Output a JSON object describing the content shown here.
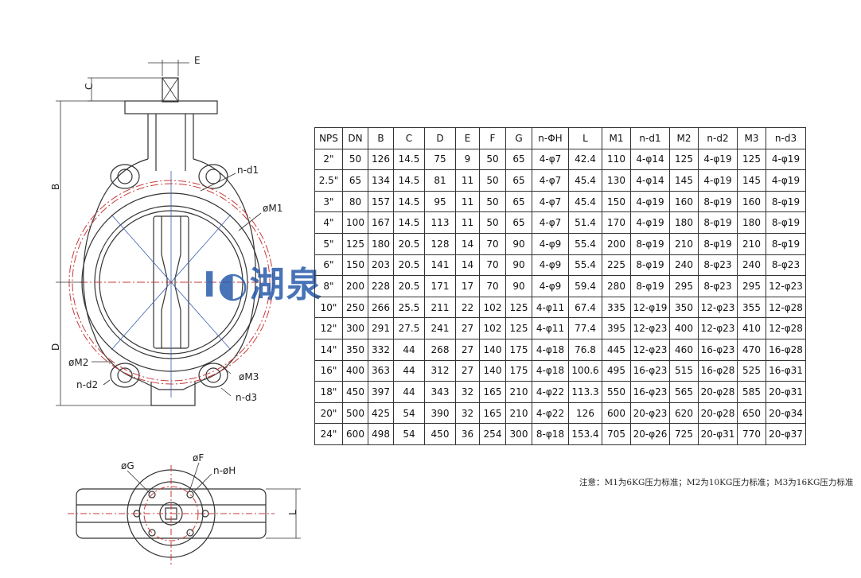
{
  "watermark": {
    "text": "I◐湖泉"
  },
  "table": {
    "headers": [
      "NPS",
      "DN",
      "B",
      "C",
      "D",
      "E",
      "F",
      "G",
      "n-ΦH",
      "L",
      "M1",
      "n-d1",
      "M2",
      "n-d2",
      "M3",
      "n-d3"
    ],
    "rows": [
      [
        "2\"",
        "50",
        "126",
        "14.5",
        "75",
        "9",
        "50",
        "65",
        "4-φ7",
        "42.4",
        "110",
        "4-φ14",
        "125",
        "4-φ19",
        "125",
        "4-φ19"
      ],
      [
        "2.5\"",
        "65",
        "134",
        "14.5",
        "81",
        "11",
        "50",
        "65",
        "4-φ7",
        "45.4",
        "130",
        "4-φ14",
        "145",
        "4-φ19",
        "145",
        "4-φ19"
      ],
      [
        "3\"",
        "80",
        "157",
        "14.5",
        "95",
        "11",
        "50",
        "65",
        "4-φ7",
        "45.4",
        "150",
        "4-φ19",
        "160",
        "8-φ19",
        "160",
        "8-φ19"
      ],
      [
        "4\"",
        "100",
        "167",
        "14.5",
        "113",
        "11",
        "50",
        "65",
        "4-φ7",
        "51.4",
        "170",
        "4-φ19",
        "180",
        "8-φ19",
        "180",
        "8-φ19"
      ],
      [
        "5\"",
        "125",
        "180",
        "20.5",
        "128",
        "14",
        "70",
        "90",
        "4-φ9",
        "55.4",
        "200",
        "8-φ19",
        "210",
        "8-φ19",
        "210",
        "8-φ19"
      ],
      [
        "6\"",
        "150",
        "203",
        "20.5",
        "141",
        "14",
        "70",
        "90",
        "4-φ9",
        "55.4",
        "225",
        "8-φ19",
        "240",
        "8-φ23",
        "240",
        "8-φ23"
      ],
      [
        "8\"",
        "200",
        "228",
        "20.5",
        "171",
        "17",
        "70",
        "90",
        "4-φ9",
        "59.4",
        "280",
        "8-φ19",
        "295",
        "8-φ23",
        "295",
        "12-φ23"
      ],
      [
        "10\"",
        "250",
        "266",
        "25.5",
        "211",
        "22",
        "102",
        "125",
        "4-φ11",
        "67.4",
        "335",
        "12-φ19",
        "350",
        "12-φ23",
        "355",
        "12-φ28"
      ],
      [
        "12\"",
        "300",
        "291",
        "27.5",
        "241",
        "27",
        "102",
        "125",
        "4-φ11",
        "77.4",
        "395",
        "12-φ23",
        "400",
        "12-φ23",
        "410",
        "12-φ28"
      ],
      [
        "14\"",
        "350",
        "332",
        "44",
        "268",
        "27",
        "140",
        "175",
        "4-φ18",
        "76.8",
        "445",
        "12-φ23",
        "460",
        "16-φ23",
        "470",
        "16-φ28"
      ],
      [
        "16\"",
        "400",
        "363",
        "44",
        "312",
        "27",
        "140",
        "175",
        "4-φ18",
        "100.6",
        "495",
        "16-φ23",
        "515",
        "16-φ28",
        "525",
        "16-φ31"
      ],
      [
        "18\"",
        "450",
        "397",
        "44",
        "343",
        "32",
        "165",
        "210",
        "4-φ22",
        "113.3",
        "550",
        "16-φ23",
        "565",
        "20-φ28",
        "585",
        "20-φ31"
      ],
      [
        "20\"",
        "500",
        "425",
        "54",
        "390",
        "32",
        "165",
        "210",
        "4-φ22",
        "126",
        "600",
        "20-φ23",
        "620",
        "20-φ28",
        "650",
        "20-φ34"
      ],
      [
        "24\"",
        "600",
        "498",
        "54",
        "450",
        "36",
        "254",
        "300",
        "8-φ18",
        "153.4",
        "705",
        "20-φ26",
        "725",
        "20-φ31",
        "770",
        "20-φ37"
      ]
    ]
  },
  "note": "注意：M1为6KG压力标准；M2为10KG压力标准；M3为16KG压力标准",
  "labels": {
    "e": "E",
    "c": "C",
    "b": "B",
    "d": "D",
    "l": "L",
    "nd1": "n-d1",
    "m1": "øM1",
    "m2": "øM2",
    "nd2": "n-d2",
    "m3": "øM3",
    "nd3": "n-d3",
    "g": "øG",
    "f": "øF",
    "nh": "n-øH"
  },
  "colors": {
    "line": "#333333",
    "center": "#c83a3a",
    "watermark": "#285aaa"
  }
}
